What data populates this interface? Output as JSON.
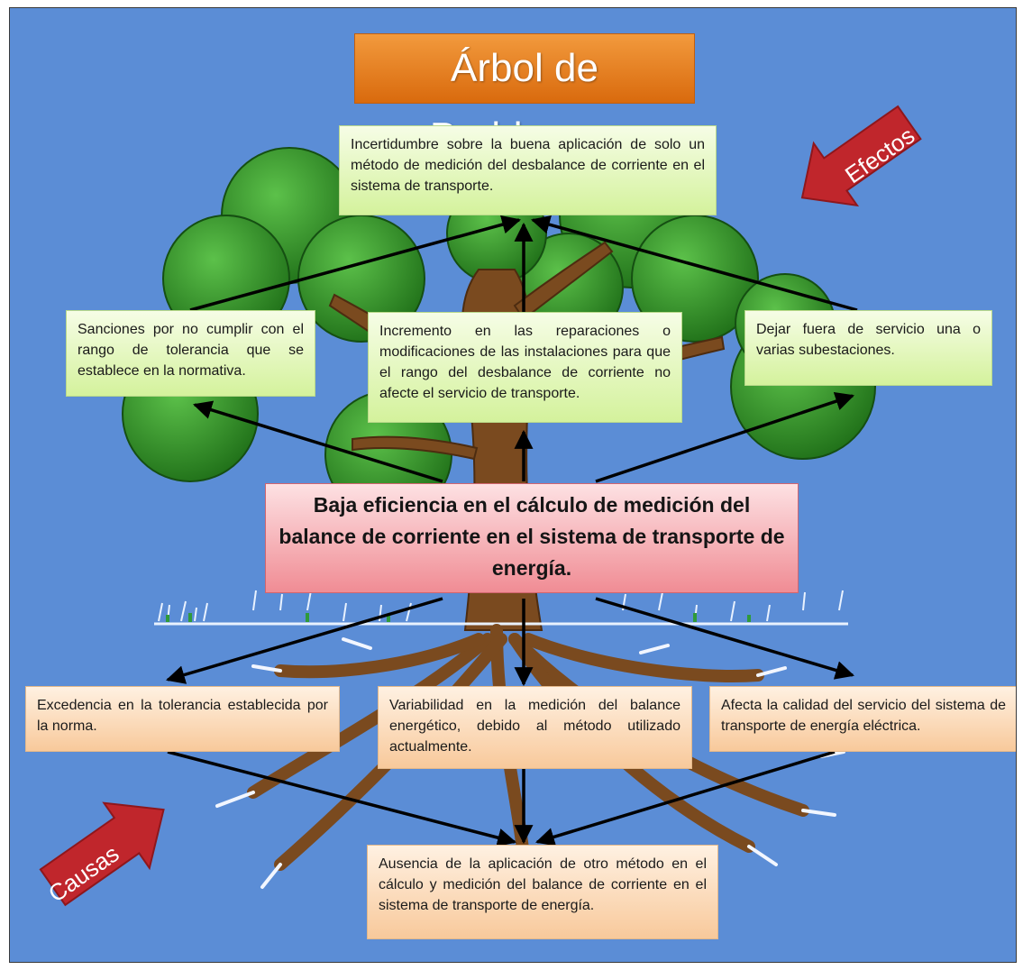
{
  "title": "Árbol de Problemas",
  "labels": {
    "effects": "Efectos",
    "causes": "Causas"
  },
  "central_problem": "Baja eficiencia en el cálculo de medición del balance de corriente en el sistema de transporte de energía.",
  "effects": {
    "top": "Incertidumbre sobre la buena aplicación de solo un método de medición del desbalance de corriente en el sistema de transporte.",
    "left": "Sanciones por no cumplir con el rango de tolerancia que se establece en la normativa.",
    "middle": "Incremento en las reparaciones o modificaciones de las instalaciones para que el rango del desbalance de corriente no afecte el servicio de transporte.",
    "right": "Dejar fuera de servicio una o varias subestaciones."
  },
  "causes": {
    "left": "Excedencia en la tolerancia establecida por la norma.",
    "middle": "Variabilidad en la medición del balance energético, debido al método utilizado actualmente.",
    "right": "Afecta la calidad del servicio del sistema de transporte de energía eléctrica.",
    "root": "Ausencia de la aplicación de otro método en el cálculo y medición del balance de corriente en el sistema de transporte de energía."
  },
  "colors": {
    "background": "#5b8dd6",
    "effect_box": "#d4f29c",
    "cause_box": "#f8c99b",
    "central_box": "#f08c94",
    "title_box": "#e07b1f",
    "label_arrow": "#c0262c",
    "foliage": "#2f8a22",
    "trunk": "#7a4a1f"
  }
}
